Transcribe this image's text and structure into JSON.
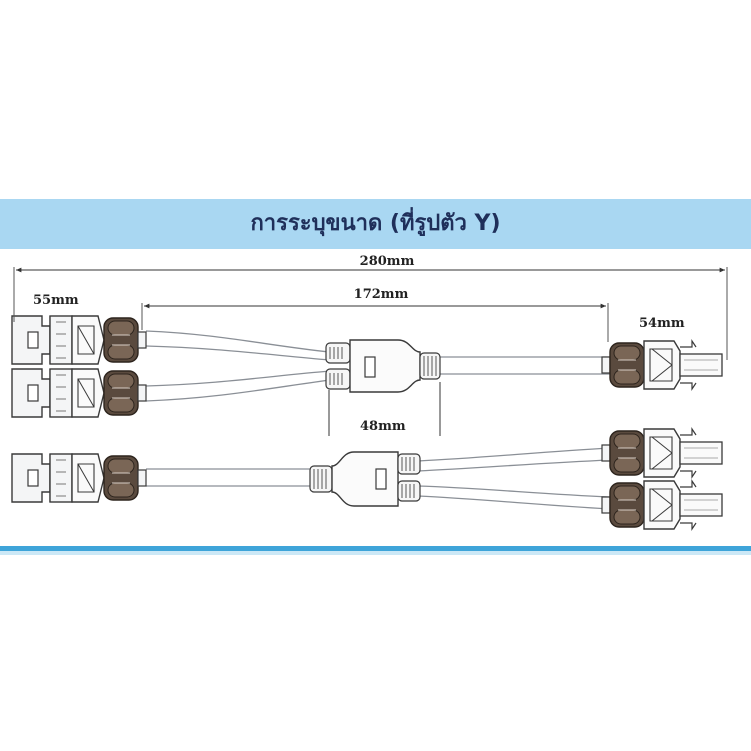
{
  "title": "การระบุขนาด (ที่รูปตัว Y)",
  "dimensions": {
    "overall": "280mm",
    "branch_span": "172mm",
    "left_connector": "55mm",
    "right_connector": "54mm",
    "splitter_body": "48mm"
  },
  "colors": {
    "banner": "#a9d7f2",
    "title_text": "#1f2f5a",
    "accent_bar": "#3ea4d9",
    "connector_nut": "#5a4a3e",
    "cable_outline": "#8a8f96"
  }
}
